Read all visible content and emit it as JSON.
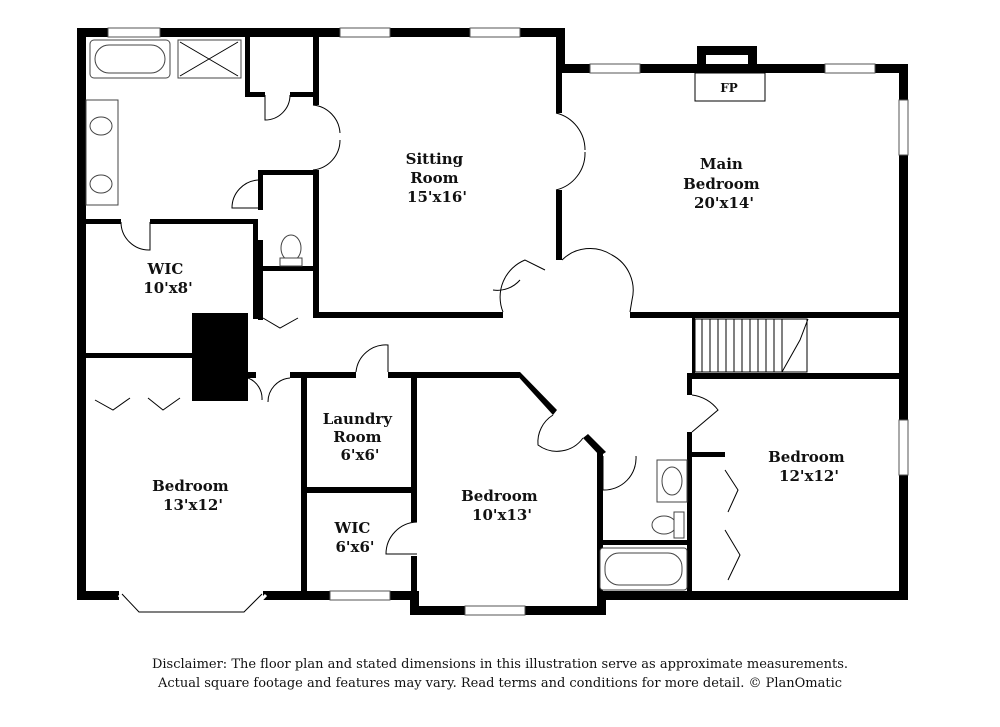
{
  "rooms": {
    "sitting": {
      "name_line1": "Sitting",
      "name_line2": "Room",
      "dims": "15'x16'"
    },
    "main_bedroom": {
      "name_line1": "Main",
      "name_line2": "Bedroom",
      "dims": "20'x14'"
    },
    "wic_upper": {
      "name": "WIC",
      "dims": "10'x8'"
    },
    "laundry": {
      "name_line1": "Laundry",
      "name_line2": "Room",
      "dims": "6'x6'"
    },
    "wic_lower": {
      "name": "WIC",
      "dims": "6'x6'"
    },
    "bedroom_left": {
      "name": "Bedroom",
      "dims": "13'x12'"
    },
    "bedroom_center": {
      "name": "Bedroom",
      "dims": "10'x13'"
    },
    "bedroom_right": {
      "name": "Bedroom",
      "dims": "12'x12'"
    }
  },
  "fireplace_label": "FP",
  "disclaimer": {
    "line1": "Disclaimer: The floor plan and stated dimensions in this illustration serve as approximate measurements.",
    "line2": "Actual square footage and features may vary. Read terms and conditions for more detail. © PlanOmatic"
  }
}
